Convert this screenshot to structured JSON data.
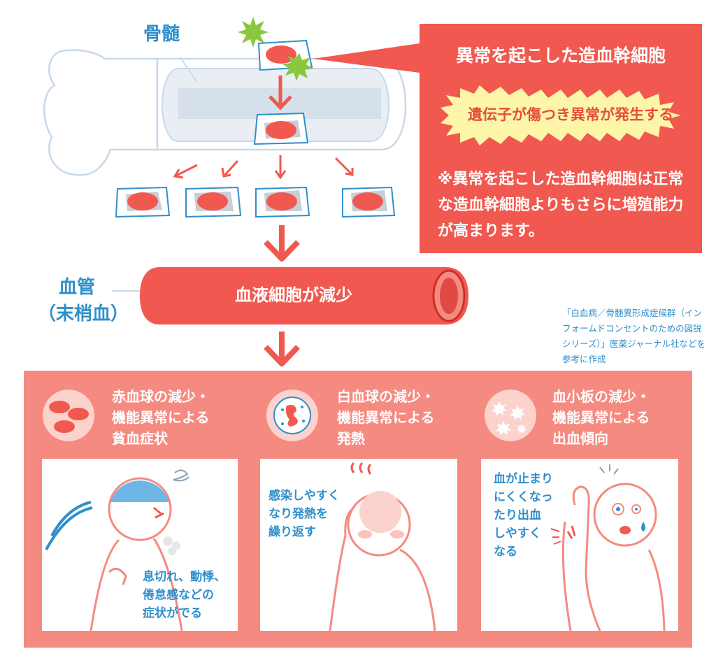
{
  "labels": {
    "bone_marrow": "骨髄",
    "vessel_line1": "血管",
    "vessel_line2": "（末梢血）"
  },
  "callout": {
    "title": "異常を起こした造血幹細胞",
    "burst": "遺伝子が傷つき異常が発生する",
    "note": "※異常を起こした造血幹細胞は正常な造血幹細胞よりもさらに増殖能力が高まります。"
  },
  "vessel": {
    "text": "血液細胞が減少"
  },
  "source": "「白血病／骨髄異形成症候群（インフォームドコンセントのための図説シリーズ）」医薬ジャーナル社などを参考に作成",
  "panels": [
    {
      "heading": [
        "赤血球の減少・",
        "機能異常による",
        "貧血症状"
      ],
      "card_text": [
        "息切れ、動悸、",
        "倦怠感などの",
        "症状がでる"
      ]
    },
    {
      "heading": [
        "白血球の減少・",
        "機能異常による",
        "発熱"
      ],
      "card_text": [
        "感染しやすく",
        "なり発熱を",
        "繰り返す"
      ]
    },
    {
      "heading": [
        "血小板の減少・",
        "機能異常による",
        "出血傾向"
      ],
      "card_text": [
        "血が止まり",
        "にくくなっ",
        "たり出血",
        "しやすく",
        "なる"
      ]
    }
  ],
  "colors": {
    "accent_red": "#f1584f",
    "panel_red": "#f58a80",
    "label_blue": "#2f8fcb",
    "burst_yellow": "#fdf6a8"
  }
}
